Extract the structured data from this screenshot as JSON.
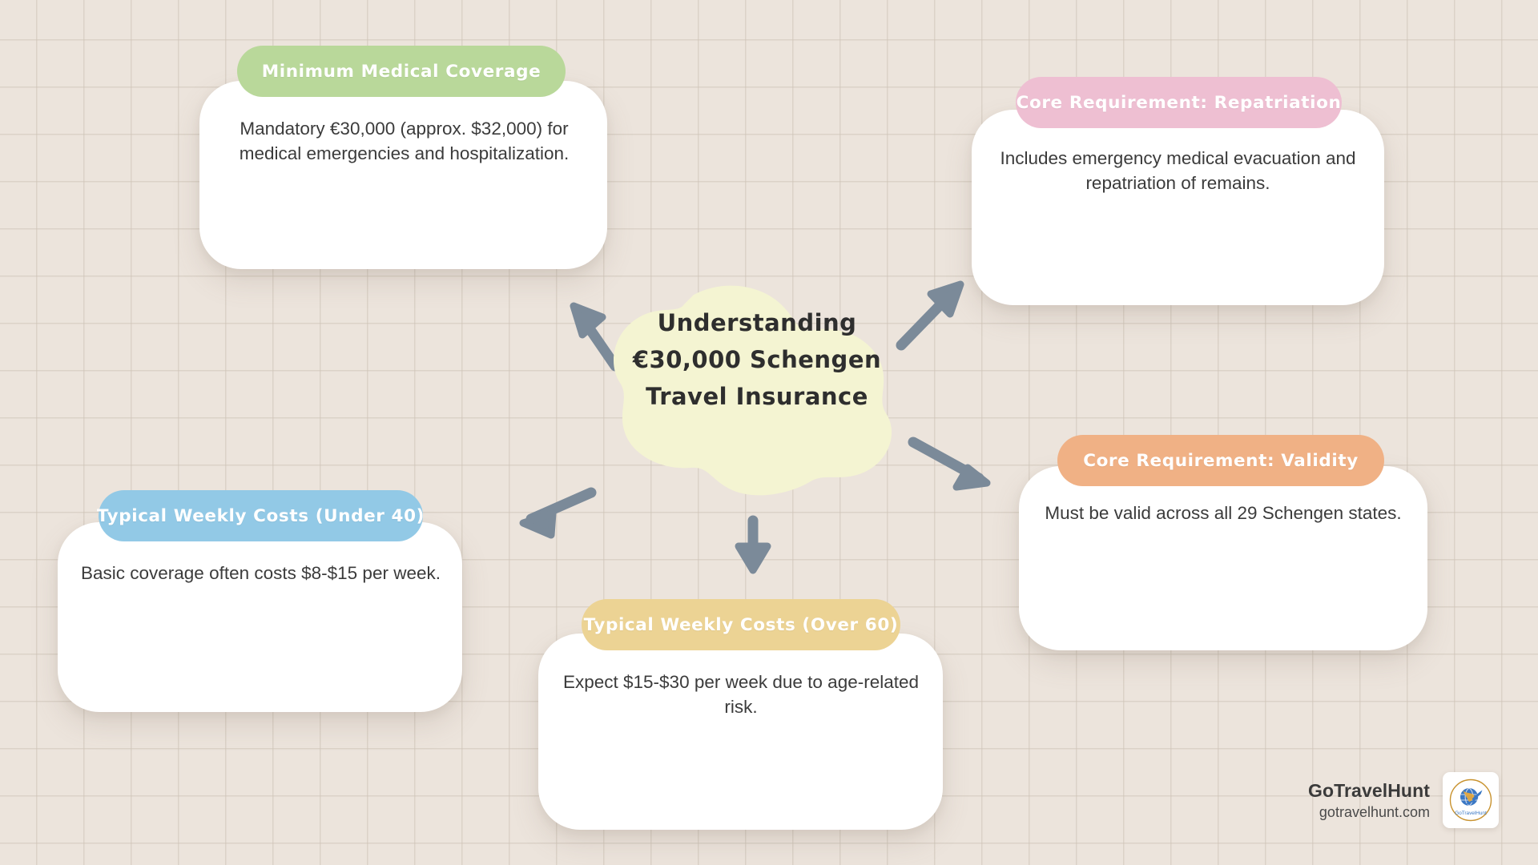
{
  "meta": {
    "title": "Understanding €30,000 Schengen Travel Insurance",
    "type": "mind-map infographic",
    "background_color": "#ece4dc",
    "grid_color": "#cec3b7",
    "arrow_color": "#7b8a99",
    "card_color": "#ffffff",
    "body_text_color": "#3b3b3b"
  },
  "center": {
    "line1": "Understanding",
    "line2": "€30,000 Schengen",
    "line3": "Travel Insurance",
    "blob_color": "#f4f4d2",
    "text_color": "#2e2e2e"
  },
  "nodes": [
    {
      "id": "medical",
      "header": "Minimum Medical Coverage",
      "body": "Mandatory €30,000 (approx. $32,000) for medical emergencies and hospitalization.",
      "color": "#b9d89a",
      "position": "top-left"
    },
    {
      "id": "repatriation",
      "header": "Core Requirement: Repatriation",
      "body": "Includes emergency medical evacuation and repatriation of remains.",
      "color": "#eebfd2",
      "position": "top-right"
    },
    {
      "id": "under40",
      "header": "Typical Weekly Costs (Under 40)",
      "body": "Basic coverage often costs $8-$15 per week.",
      "color": "#92c9e6",
      "position": "mid-left"
    },
    {
      "id": "validity",
      "header": "Core Requirement: Validity",
      "body": "Must be valid across all 29 Schengen states.",
      "color": "#f0b185",
      "position": "mid-right"
    },
    {
      "id": "over60",
      "header": "Typical Weekly Costs (Over 60)",
      "body": "Expect $15-$30 per week due to age-related risk.",
      "color": "#ecd394",
      "position": "bottom-center"
    }
  ],
  "arrows": [
    {
      "id": "to-medical",
      "direction": "up-left",
      "from": "center",
      "to": "medical"
    },
    {
      "id": "to-repatriation",
      "direction": "up-right",
      "from": "center",
      "to": "repatriation"
    },
    {
      "id": "to-under40",
      "direction": "down-left",
      "from": "center",
      "to": "under40"
    },
    {
      "id": "to-validity",
      "direction": "down-right",
      "from": "center",
      "to": "validity"
    },
    {
      "id": "to-over60",
      "direction": "down",
      "from": "center",
      "to": "over60"
    }
  ],
  "brand": {
    "name": "GoTravelHunt",
    "url": "gotravelhunt.com",
    "logo_label": "GoTravelHunt",
    "logo_ring_color": "#c8922e",
    "logo_globe_color": "#3b78c4",
    "logo_accent_color": "#e8a83a"
  }
}
